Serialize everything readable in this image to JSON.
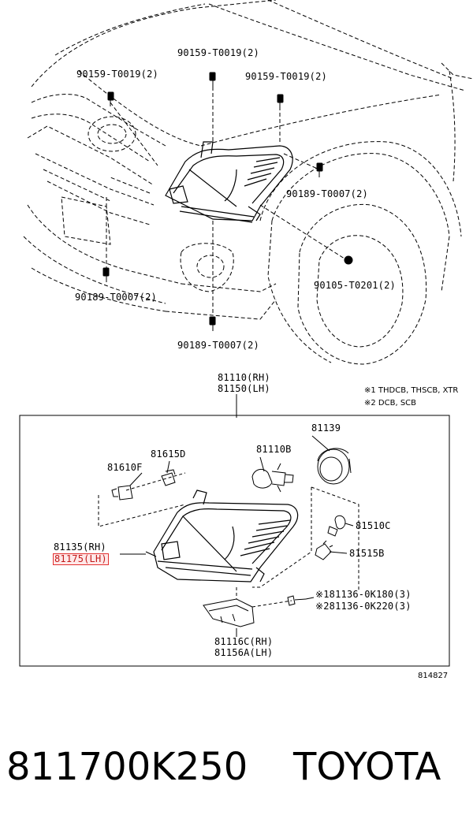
{
  "labels": {
    "top_center": "90159-T0019(2)",
    "top_left": "90159-T0019(2)",
    "top_right": "90159-T0019(2)",
    "right_a": "90189-T0007(2)",
    "left_bottom": "90189-T0007(2)",
    "right_b": "90105-T0201(2)",
    "center_bottom": "90189-T0007(2)",
    "assy_rh": "81110(RH)",
    "assy_lh": "81150(LH)",
    "p81139": "81139",
    "p81110b": "81110B",
    "p81615d": "81615D",
    "p81610f": "81610F",
    "p81510c": "81510C",
    "p81515b": "81515B",
    "p81135rh": "81135(RH)",
    "p81175lh": "81175(LH)",
    "screw1": "※181136-0K180(3)",
    "screw2": "※281136-0K220(3)",
    "bracket_rh": "81116C(RH)",
    "bracket_lh": "81156A(LH)"
  },
  "notes": {
    "note1": "※1 THDCB, THSCB, XTR",
    "note2": "※2 DCB, SCB"
  },
  "ref_number": "814827",
  "footer": {
    "part_number": "811700K250",
    "brand": "TOYOTA"
  },
  "colors": {
    "highlight_border": "#e23030",
    "line": "#000000"
  }
}
